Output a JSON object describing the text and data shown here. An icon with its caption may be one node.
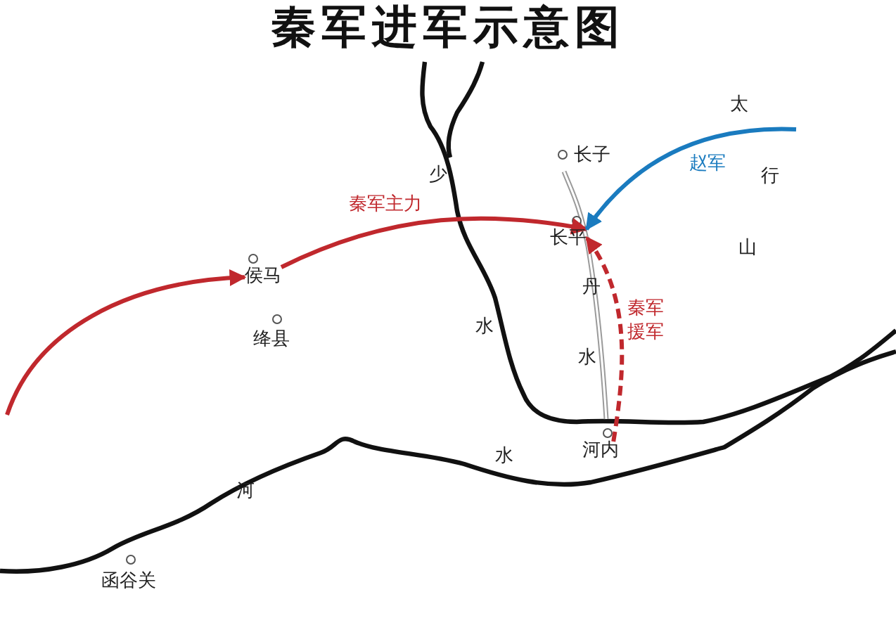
{
  "diagram": {
    "title": "秦军进军示意图",
    "nodes": [
      {
        "text": [
          "长子"
        ]
      },
      {
        "text": [
          "长平"
        ]
      },
      {
        "text": [
          "侯马"
        ]
      },
      {
        "text": [
          "绛县"
        ]
      },
      {
        "text": [
          "河内"
        ]
      },
      {
        "text": [
          "函谷关"
        ]
      }
    ],
    "edges": [
      {
        "from": null,
        "to": 2,
        "arrow": "to"
      },
      {
        "from": 2,
        "to": 1,
        "arrow": "to",
        "label": "秦军主力"
      },
      {
        "from": null,
        "to": 1,
        "arrow": "to",
        "label": "赵军",
        "color": "#1a7bbf"
      },
      {
        "from": 4,
        "to": 1,
        "arrow": "to",
        "label": "秦军援军",
        "style": "dashed"
      }
    ],
    "labels": [
      "太",
      "少",
      "行",
      "山",
      "丹",
      "水",
      "水",
      "水",
      "河"
    ]
  }
}
